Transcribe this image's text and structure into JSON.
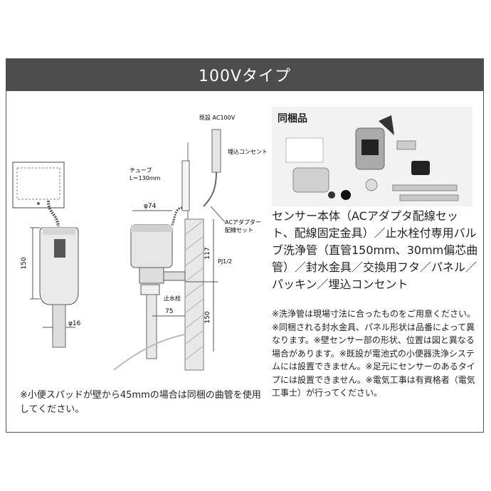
{
  "banner": {
    "title": "100Vタイプ"
  },
  "diagram": {
    "label_existing_ac": "既設 AC100V",
    "label_outlet": "埋込コンセント",
    "label_tube": "チューブ",
    "label_tube_len": "L＝130mm",
    "label_adapter_1": "ACアダプター",
    "label_adapter_2": "配線セット",
    "label_phi74": "φ74",
    "label_117": "117",
    "label_pj": "PJ1/2",
    "label_stop_valve": "止水栓",
    "label_75": "75",
    "label_150_right": "150",
    "label_150_left": "150",
    "label_phi16": "φ16"
  },
  "left_note": "※小便スパッドが壁から45mmの場合は同梱の曲管を使用してください。",
  "photo": {
    "label": "同梱品"
  },
  "description": "センサー本体（ACアダプタ配線セット、配線固定金具）／止水栓付専用バルブ洗浄管（直管150mm、30mm偏芯曲管）／封水金具／交換用フタ／パネル／パッキン／埋込コンセント",
  "notes": "※洗浄管は現場寸法に合ったものをご用意ください。※同梱される封水金具、パネル形状は品番によって異なります。※壁センサー部の形状、位置は図と異なる場合があります。※既設が電池式の小便器洗浄システムには設置できません。※足元にセンサーのあるタイプには設置できません。※電気工事は有資格者（電気工事士）が行ってください。"
}
